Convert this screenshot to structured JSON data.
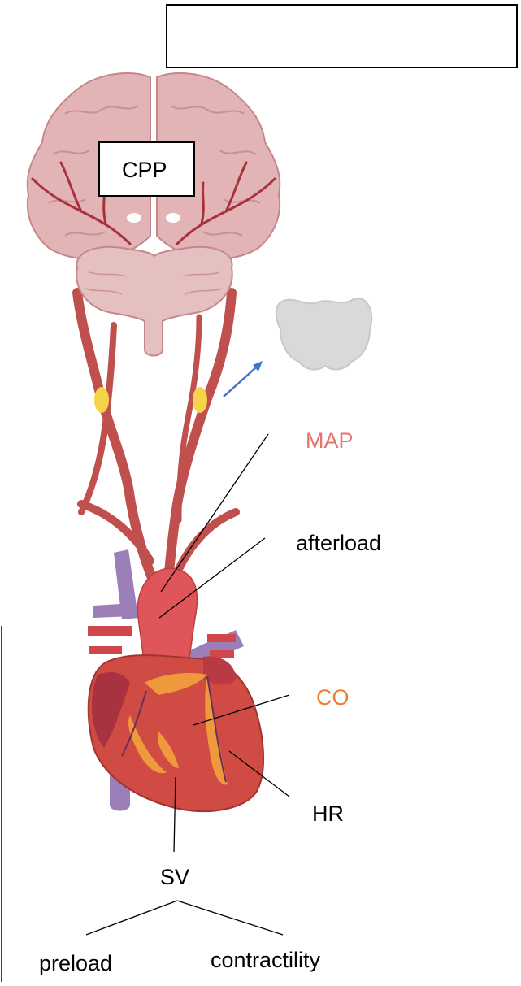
{
  "top_box": {
    "text": ""
  },
  "labels": {
    "cpp": "CPP",
    "map": "MAP",
    "afterload": "afterload",
    "co": "CO",
    "hr": "HR",
    "sv": "SV",
    "preload": "preload",
    "contractility": "contractility"
  },
  "colors": {
    "map": "#e8726e",
    "co": "#ed7d31",
    "text": "#000000",
    "arrow": "#4472c4",
    "artery": "#c0504d",
    "brain": "#e2b4b6",
    "vein": "#9a7fb8",
    "receptor": "#f5d44a",
    "brainstem_target": "#d9d9d9"
  },
  "icons": [
    "brain-illustration",
    "heart-illustration",
    "carotid-arteries",
    "baroreceptor-icon",
    "medulla-icon",
    "blue-arrow-icon"
  ]
}
